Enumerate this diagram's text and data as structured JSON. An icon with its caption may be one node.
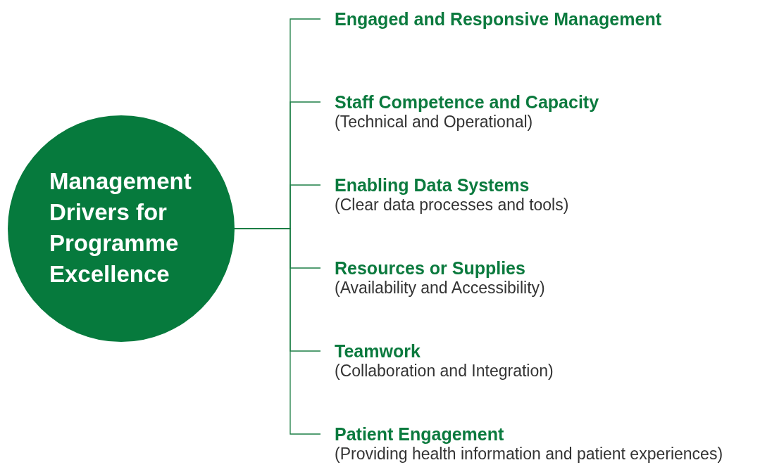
{
  "diagram": {
    "nodes": [
      {
        "text": [
          "Management Drivers for Programme Excellence"
        ]
      },
      {
        "text": [
          "Engaged and Responsive Management"
        ]
      },
      {
        "text": [
          "Staff Competence and Capacity",
          "(Technical and Operational)"
        ]
      },
      {
        "text": [
          "Enabling Data Systems",
          "(Clear data processes and tools)"
        ]
      },
      {
        "text": [
          "Resources or Supplies",
          "(Availability and Accessibility)"
        ]
      },
      {
        "text": [
          "Teamwork",
          "(Collaboration and Integration)"
        ]
      },
      {
        "text": [
          "Patient Engagement",
          "(Providing health information and patient experiences)"
        ]
      }
    ],
    "edges": [
      {
        "from": 0,
        "to": 1,
        "arrow": "none"
      },
      {
        "from": 0,
        "to": 2,
        "arrow": "none"
      },
      {
        "from": 0,
        "to": 3,
        "arrow": "none"
      },
      {
        "from": 0,
        "to": 4,
        "arrow": "none"
      },
      {
        "from": 0,
        "to": 5,
        "arrow": "none"
      },
      {
        "from": 0,
        "to": 6,
        "arrow": "none"
      }
    ]
  }
}
